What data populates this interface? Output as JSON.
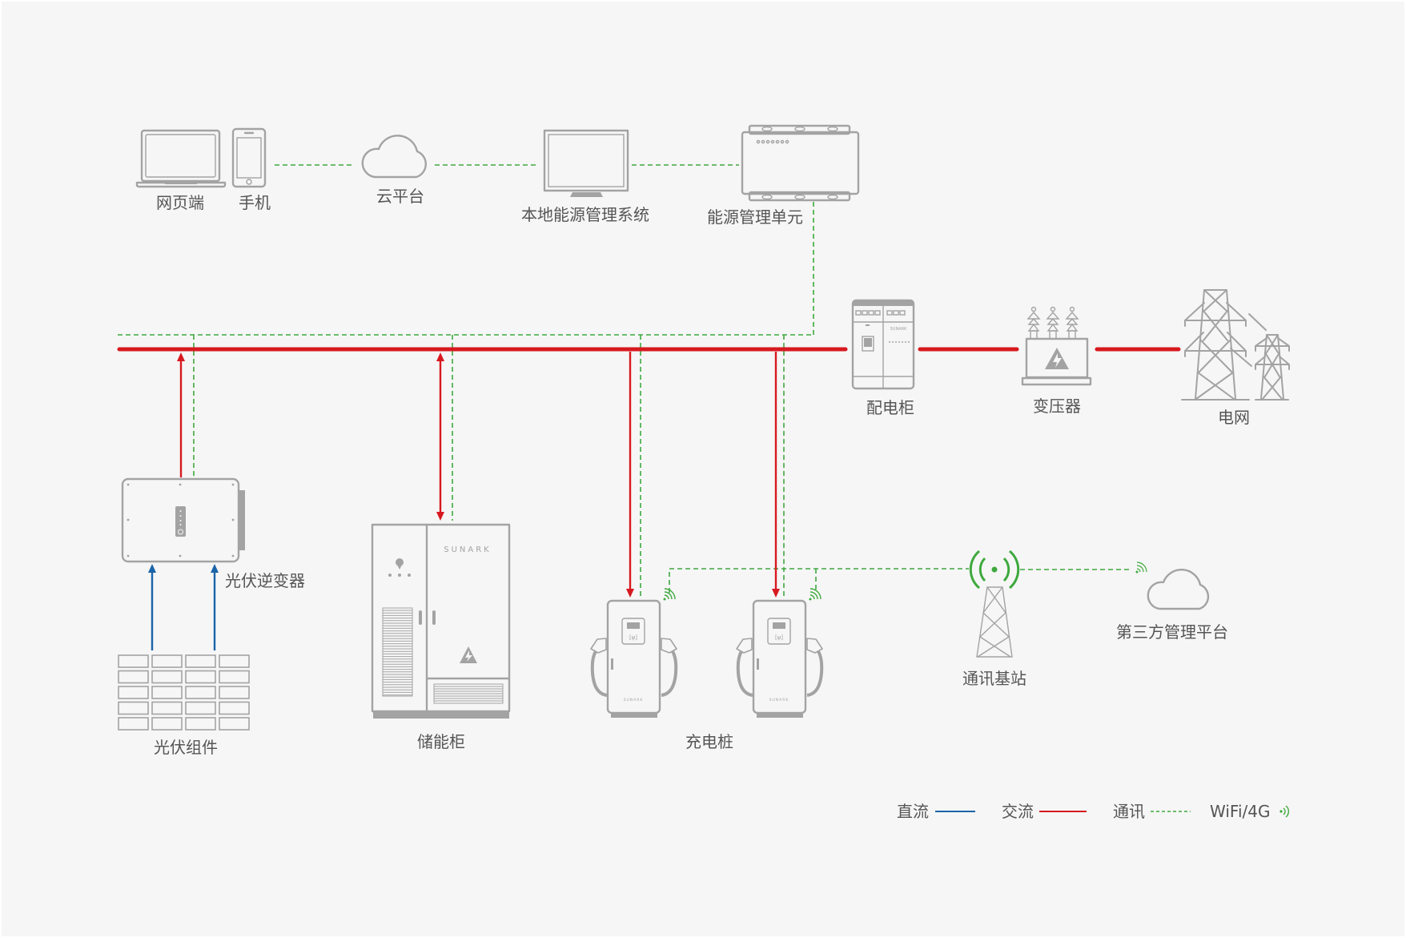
{
  "diagram": {
    "type": "energy-system-topology",
    "colors": {
      "background": "#f6f6f6",
      "device_outline": "#a3a3a3",
      "dc": "#1a64a8",
      "ac": "#d7191f",
      "communication": "#3ea93e",
      "label_text": "#555555"
    },
    "nodes": {
      "web": {
        "label": "网页端",
        "icon": "laptop-icon"
      },
      "phone": {
        "label": "手机",
        "icon": "smartphone-icon"
      },
      "cloud": {
        "label": "云平台",
        "icon": "cloud-icon"
      },
      "local_ems": {
        "label": "本地能源管理系统",
        "icon": "monitor-icon"
      },
      "emu": {
        "label": "能源管理单元",
        "icon": "energy-management-unit-icon"
      },
      "distribution_cabinet": {
        "label": "配电柜",
        "icon": "distribution-cabinet-icon"
      },
      "transformer": {
        "label": "变压器",
        "icon": "transformer-icon"
      },
      "grid": {
        "label": "电网",
        "icon": "transmission-tower-icon"
      },
      "pv_inverter": {
        "label": "光伏逆变器",
        "icon": "inverter-icon"
      },
      "pv_modules": {
        "label": "光伏组件",
        "icon": "solar-panel-icon"
      },
      "storage_cabinet": {
        "label": "储能柜",
        "icon": "storage-cabinet-icon",
        "brand": "SUNARK"
      },
      "chargers": {
        "label": "充电桩",
        "icon": "ev-charger-icon",
        "count": 2,
        "brand": "SUNARK"
      },
      "base_station": {
        "label": "通讯基站",
        "icon": "cell-tower-icon"
      },
      "third_party": {
        "label": "第三方管理平台",
        "icon": "cloud-icon"
      }
    },
    "edges": [
      {
        "from": "手机",
        "to": "云平台",
        "type": "通讯"
      },
      {
        "from": "云平台",
        "to": "本地能源管理系统",
        "type": "通讯"
      },
      {
        "from": "本地能源管理系统",
        "to": "能源管理单元",
        "type": "通讯"
      },
      {
        "from": "能源管理单元",
        "to": "通讯总线",
        "type": "通讯"
      },
      {
        "from": "配电柜",
        "to": "变压器",
        "type": "交流"
      },
      {
        "from": "变压器",
        "to": "电网",
        "type": "交流"
      },
      {
        "from": "光伏组件",
        "to": "光伏逆变器",
        "type": "直流"
      },
      {
        "from": "光伏逆变器",
        "to": "交流母线",
        "type": "交流"
      },
      {
        "from": "储能柜",
        "to": "交流母线",
        "type": "交流",
        "bidirectional": true
      },
      {
        "from": "交流母线",
        "to": "充电桩",
        "type": "交流"
      },
      {
        "from": "充电桩",
        "to": "通讯基站",
        "type": "WiFi/4G"
      },
      {
        "from": "通讯基站",
        "to": "第三方管理平台",
        "type": "WiFi/4G"
      }
    ]
  },
  "legend": {
    "dc": {
      "label": "直流",
      "style": "solid-blue"
    },
    "ac": {
      "label": "交流",
      "style": "solid-red"
    },
    "comm": {
      "label": "通讯",
      "style": "dashed-green"
    },
    "wireless": {
      "label": "WiFi/4G",
      "icon": "wifi-icon"
    }
  }
}
